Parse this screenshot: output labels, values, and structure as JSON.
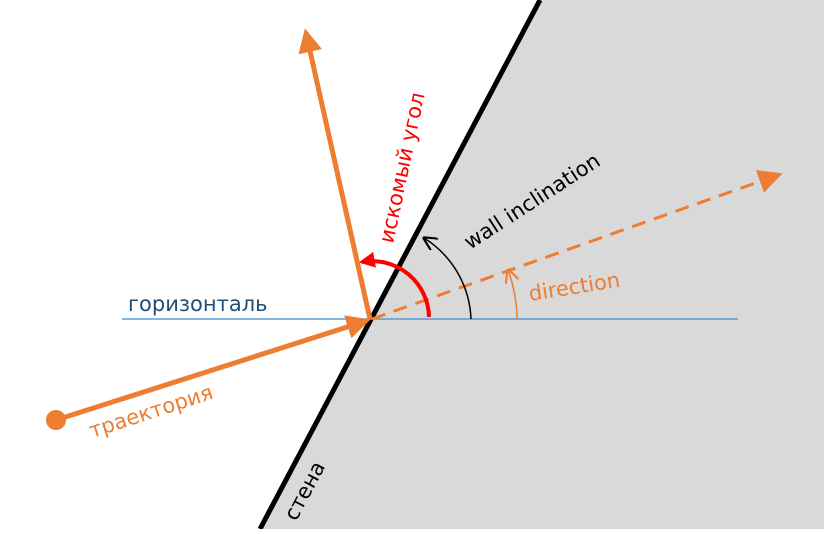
{
  "labels": {
    "horizontal": "горизонталь",
    "trajectory": "траектория",
    "wall": "стена",
    "sought_angle": "искомый угол",
    "wall_inclination": "wall inclination",
    "direction": "direction"
  },
  "colors": {
    "wall_fill": "#d9d9d9",
    "wall_line": "#000000",
    "trajectory": "#ed7d31",
    "horizontal": "#5b9bd5",
    "horizontal_label": "#1f4e79",
    "sought_angle": "#ff0000",
    "inclination_arc": "#000000",
    "background": "#ffffff"
  }
}
